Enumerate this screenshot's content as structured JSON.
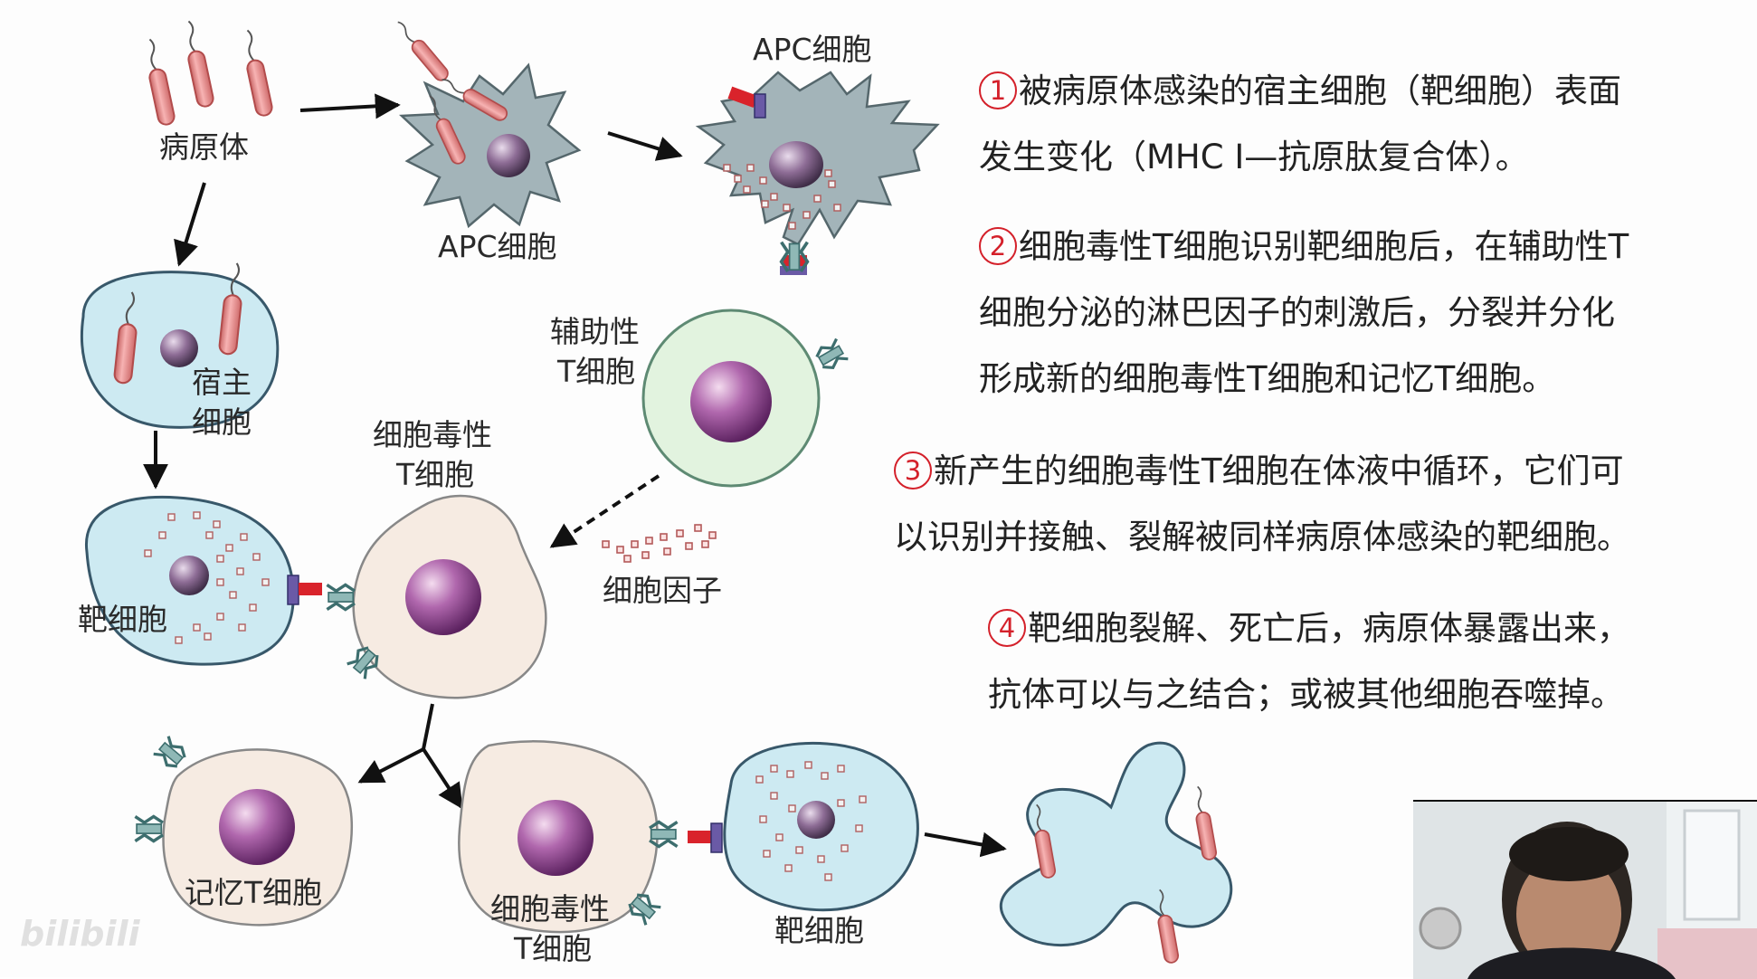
{
  "labels": {
    "pathogen": "病原体",
    "apc_cell_1": "APC细胞",
    "apc_cell_2": "APC细胞",
    "host_cell_line1": "宿主",
    "host_cell_line2": "细胞",
    "helper_t_line1": "辅助性",
    "helper_t_line2": "T细胞",
    "cytotoxic_t_top_line1": "细胞毒性",
    "cytotoxic_t_top_line2": "T细胞",
    "target_cell_left": "靶细胞",
    "cytokine": "细胞因子",
    "memory_t": "记忆T细胞",
    "cytotoxic_t_bottom_line1": "细胞毒性",
    "cytotoxic_t_bottom_line2": "T细胞",
    "target_cell_bottom": "靶细胞"
  },
  "steps": [
    {
      "num": "1",
      "line1": "被病原体感染的宿主细胞（靶细胞）表面",
      "line2": "发生变化（MHC I—抗原肽复合体）。"
    },
    {
      "num": "2",
      "line1": "细胞毒性T细胞识别靶细胞后，在辅助性T",
      "line2": "细胞分泌的淋巴因子的刺激后，分裂并分化",
      "line3": "形成新的细胞毒性T细胞和记忆T细胞。"
    },
    {
      "num": "3",
      "line1": "新产生的细胞毒性T细胞在体液中循环，它们可",
      "line2": "以识别并接触、裂解被同样病原体感染的靶细胞。"
    },
    {
      "num": "4",
      "line1": "靶细胞裂解、死亡后，病原体暴露出来，",
      "line2": "抗体可以与之结合；或被其他细胞吞噬掉。"
    }
  ],
  "watermark": "bilibili",
  "colors": {
    "cell_blue": "#cdeaf2",
    "apc_gray": "#a3b4b9",
    "t_cell_beige": "#f6ebe2",
    "helper_green": "#e2f3df",
    "nucleus_purple": "#8f3d8c",
    "pathogen_red": "#e98888",
    "receptor_red": "#d9232b",
    "receptor_purple": "#6a5aa6",
    "number_red": "#d4202a"
  }
}
